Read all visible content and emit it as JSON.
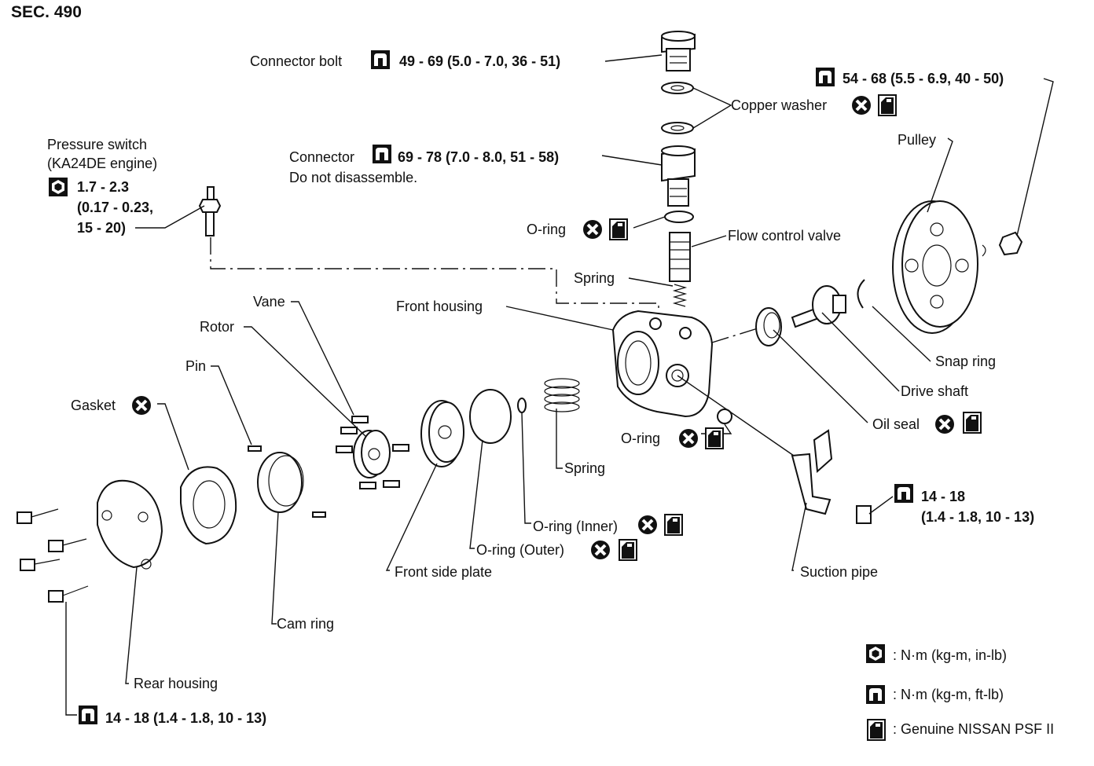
{
  "section": "SEC. 490",
  "labels": {
    "connector_bolt": "Connector bolt",
    "connector_bolt_torque": "49 - 69 (5.0 - 7.0, 36 - 51)",
    "copper_washer": "Copper washer",
    "nut_torque": "54 - 68 (5.5 - 6.9, 40 - 50)",
    "pulley": "Pulley",
    "pressure_switch_1": "Pressure switch",
    "pressure_switch_2": "(KA24DE engine)",
    "pressure_switch_torque_1": "1.7 - 2.3",
    "pressure_switch_torque_2": "(0.17 - 0.23,",
    "pressure_switch_torque_3": "15 - 20)",
    "connector": "Connector",
    "connector_torque": "69 - 78 (7.0 - 8.0, 51 - 58)",
    "connector_note": "Do not disassemble.",
    "oring_top": "O-ring",
    "flow_control_valve": "Flow control valve",
    "spring_top": "Spring",
    "front_housing": "Front housing",
    "vane": "Vane",
    "rotor": "Rotor",
    "pin": "Pin",
    "gasket": "Gasket",
    "snap_ring": "Snap ring",
    "drive_shaft": "Drive shaft",
    "oil_seal": "Oil seal",
    "oring_mid": "O-ring",
    "spring_mid": "Spring",
    "suction_torque_1": "14 - 18",
    "suction_torque_2": "(1.4 - 1.8, 10 - 13)",
    "oring_inner": "O-ring (Inner)",
    "oring_outer": "O-ring (Outer)",
    "front_side_plate": "Front side plate",
    "suction_pipe": "Suction pipe",
    "cam_ring": "Cam ring",
    "rear_housing": "Rear housing",
    "rear_torque": "14 - 18 (1.4 - 1.8, 10 - 13)"
  },
  "legend": [
    {
      "icon": "torque-nm-kgm-inlb-icon",
      "text": ": N·m (kg-m, in-lb)"
    },
    {
      "icon": "torque-nm-kgm-ftlb-icon",
      "text": ": N·m (kg-m, ft-lb)"
    },
    {
      "icon": "psf-fluid-icon",
      "text": ": Genuine NISSAN PSF II"
    }
  ]
}
